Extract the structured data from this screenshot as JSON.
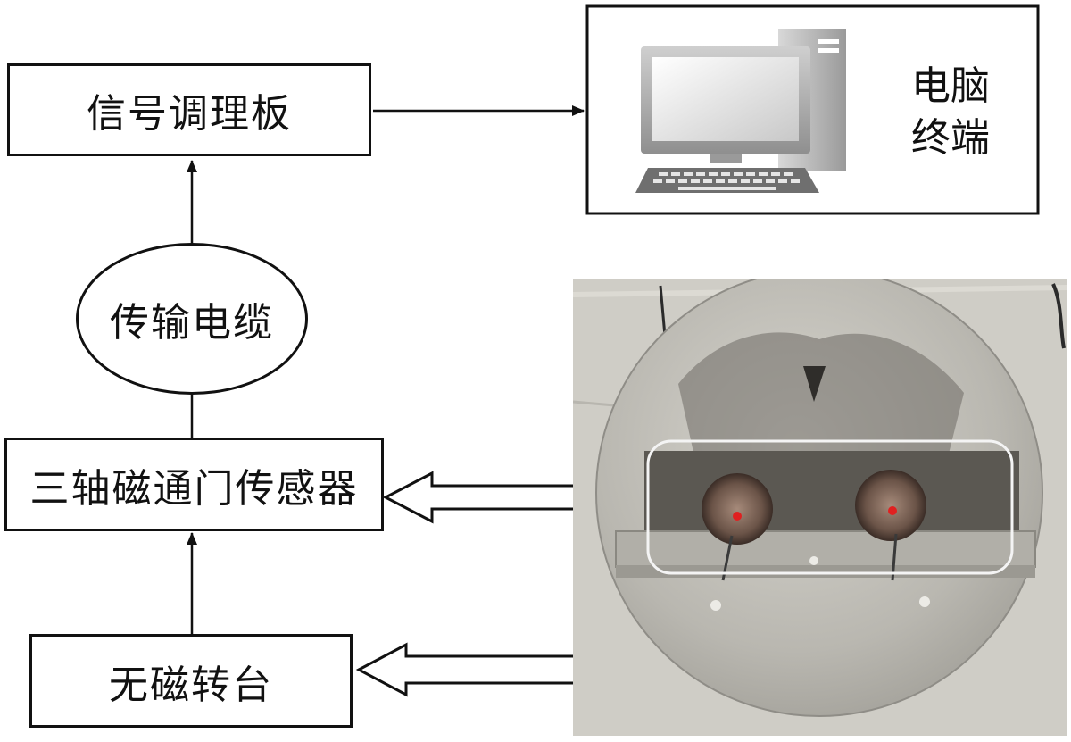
{
  "diagram": {
    "nodes": {
      "signal_board": "信号调理板",
      "cable": "传输电缆",
      "sensor": "三轴磁通门传感器",
      "turntable": "无磁转台",
      "computer_line1": "电脑",
      "computer_line2": "终端"
    },
    "icons": {
      "computer": "desktop-computer-icon",
      "photo": "sensor-turntable-photo"
    },
    "colors": {
      "stroke": "#111111",
      "photo_background": "#cfcdc6",
      "turntable_disc": "#bdbbb4",
      "sensor_glow": "#e02020"
    }
  }
}
